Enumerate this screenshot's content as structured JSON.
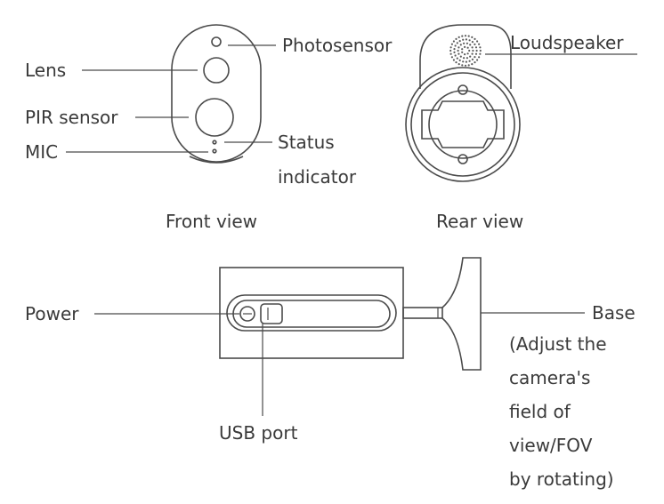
{
  "front_view": {
    "caption": "Front view",
    "labels": {
      "photosensor": "Photosensor",
      "lens": "Lens",
      "pir_sensor": "PIR sensor",
      "mic": "MIC",
      "status_line1": "Status",
      "status_line2": "indicator"
    }
  },
  "rear_view": {
    "caption": "Rear view",
    "labels": {
      "loudspeaker": "Loudspeaker"
    }
  },
  "side_view": {
    "labels": {
      "power": "Power",
      "usb_port": "USB port",
      "base": "Base",
      "base_note": [
        "(Adjust the",
        "camera's",
        "field of",
        "view/FOV",
        "by rotating)"
      ]
    }
  }
}
